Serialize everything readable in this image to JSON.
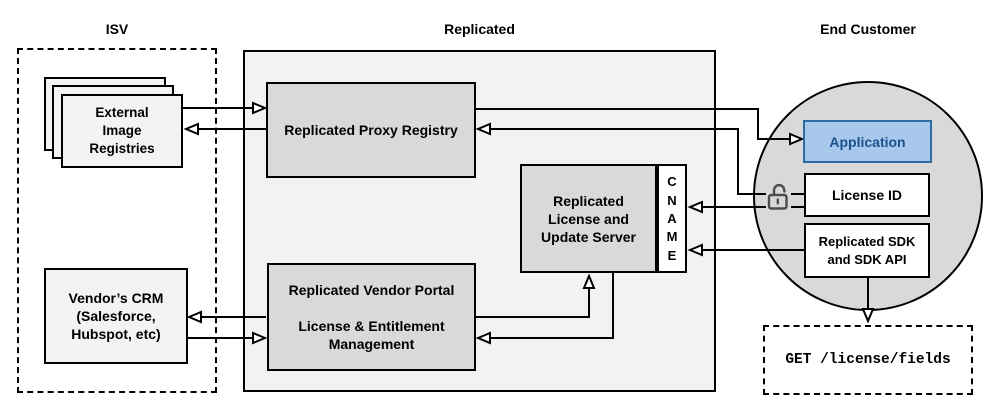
{
  "labels": {
    "isv": "ISV",
    "replicated": "Replicated",
    "end_customer": "End Customer"
  },
  "nodes": {
    "external_image_registries": {
      "lines": [
        "External",
        "Image",
        "Registries"
      ]
    },
    "vendors_crm": {
      "lines": [
        "Vendor’s CRM",
        "(Salesforce,",
        "Hubspot, etc)"
      ]
    },
    "proxy_registry": {
      "label": "Replicated Proxy Registry"
    },
    "license_update_server": {
      "lines": [
        "Replicated",
        "License and",
        "Update Server"
      ]
    },
    "cname": {
      "letters": [
        "C",
        "N",
        "A",
        "M",
        "E"
      ]
    },
    "vendor_portal": {
      "lines": [
        "Replicated Vendor Portal",
        "",
        "License & Entitlement",
        "Management"
      ]
    },
    "application": {
      "label": "Application"
    },
    "license_id": {
      "label": "License ID"
    },
    "replicated_sdk": {
      "lines": [
        "Replicated SDK",
        "and SDK API"
      ]
    },
    "get_endpoint": {
      "label": "GET /license/fields"
    }
  },
  "icons": {
    "license_lock": "open-padlock-icon"
  },
  "colors": {
    "node_fill": "#d9d9d9",
    "container_fill": "#f2f2f2",
    "light_fill": "#f3f3f3",
    "circle_fill": "#d9d9d9",
    "app_fill": "#a7c8ea",
    "app_border": "#2e6ba0",
    "app_text": "#1a5190",
    "line": "#000000",
    "lock": "#4d4d4d"
  }
}
